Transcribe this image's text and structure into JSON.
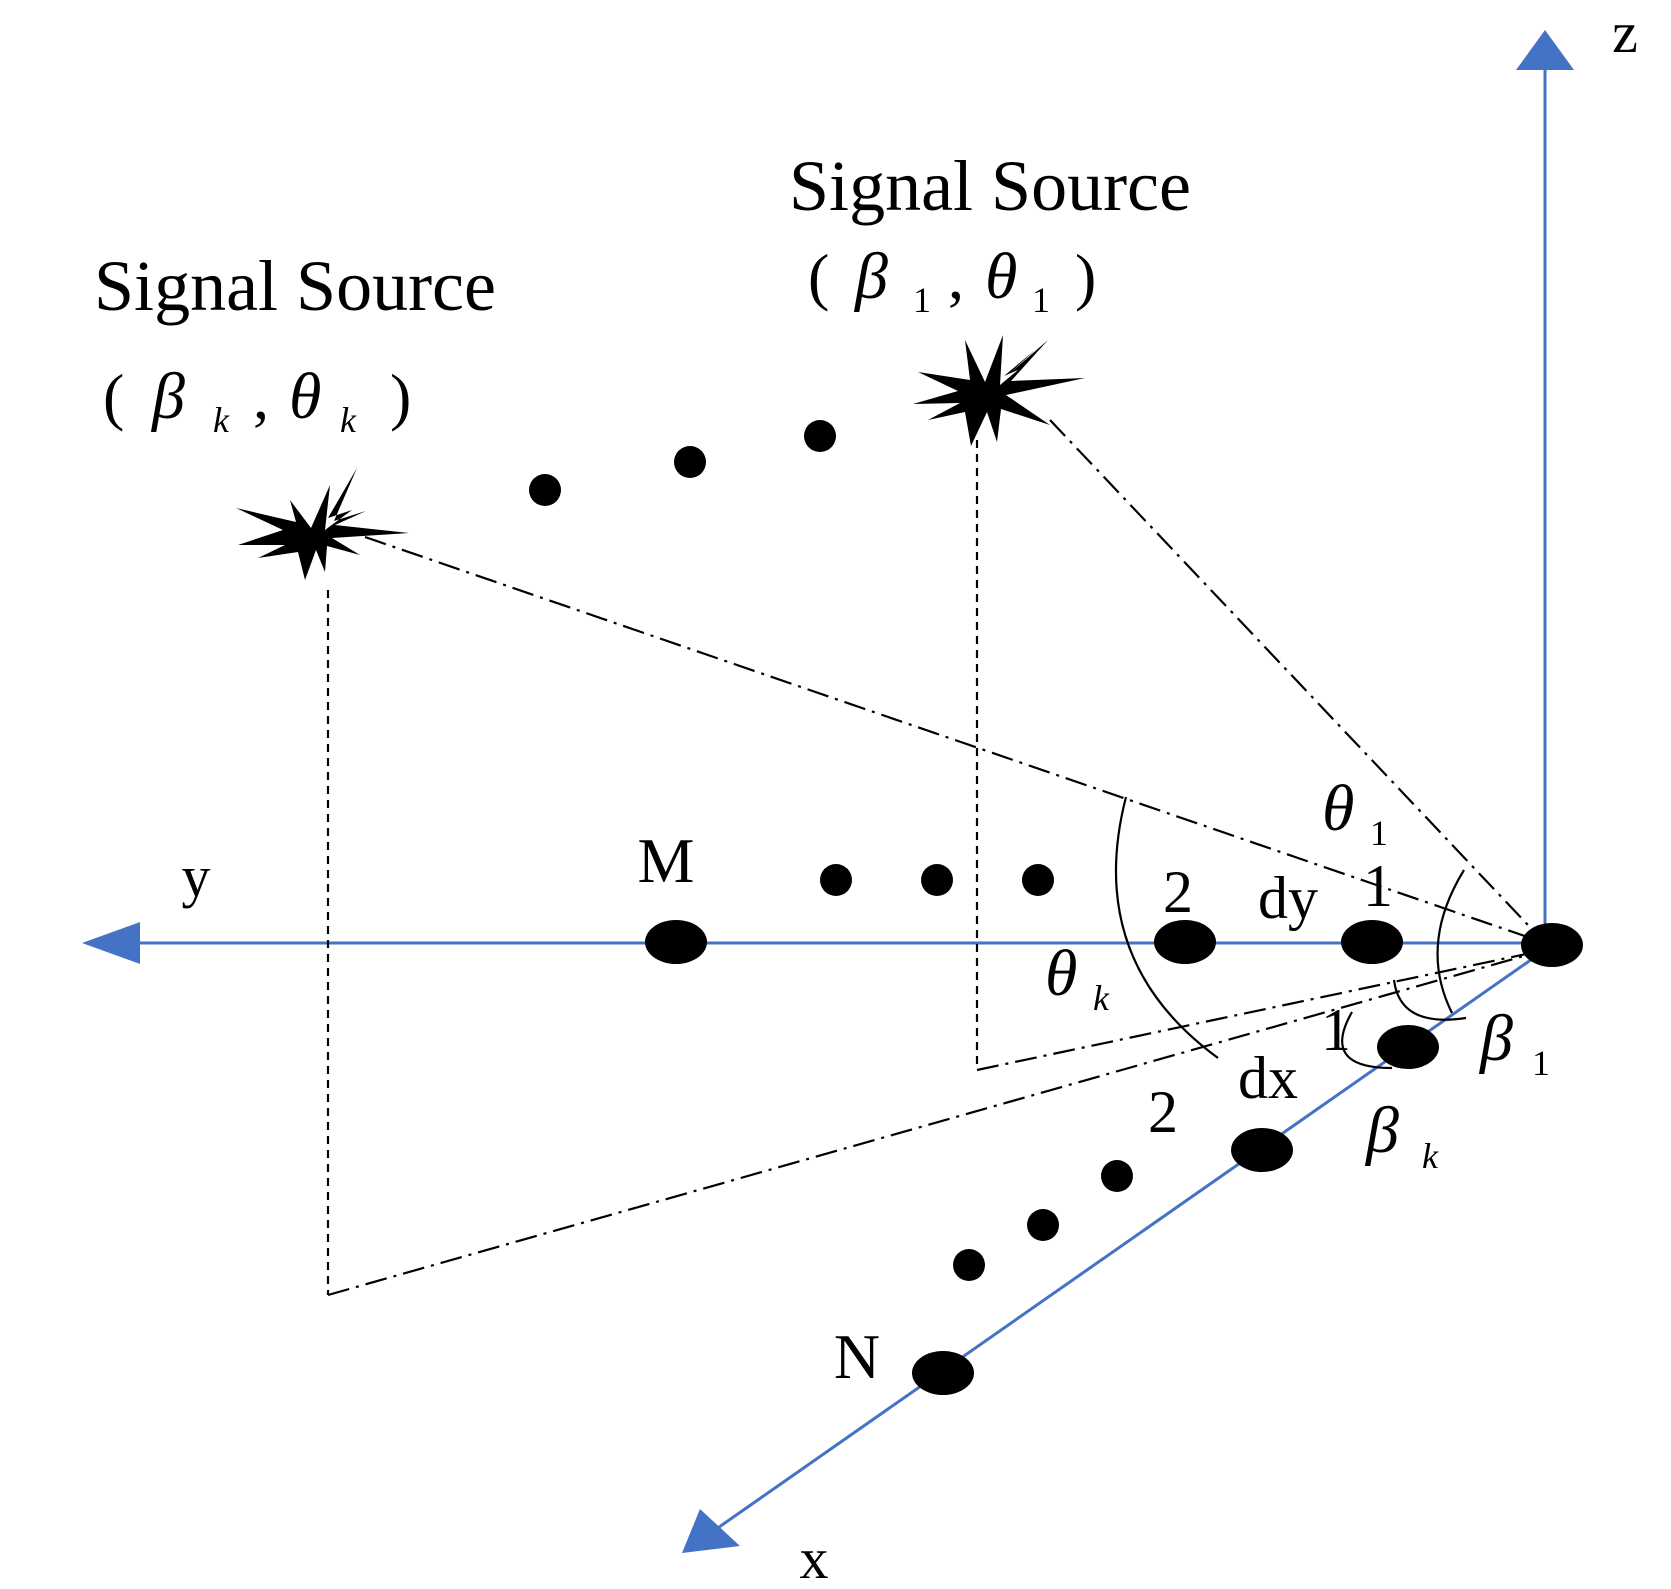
{
  "axes": {
    "z": "z",
    "y": "y",
    "x": "x"
  },
  "sources": [
    {
      "title": "Signal Source",
      "beta": "β",
      "theta": "θ",
      "sub": "k"
    },
    {
      "title": "Signal Source",
      "beta": "β",
      "theta": "θ",
      "sub": "1"
    }
  ],
  "y_array": {
    "first": "1",
    "second": "2",
    "last": "M",
    "spacing": "dy"
  },
  "x_array": {
    "first": "1",
    "second": "2",
    "last": "N",
    "spacing": "dx"
  },
  "angles": {
    "theta_1": {
      "symbol": "θ",
      "sub": "1"
    },
    "theta_k": {
      "symbol": "θ",
      "sub": "k"
    },
    "beta_1": {
      "symbol": "β",
      "sub": "1"
    },
    "beta_k": {
      "symbol": "β",
      "sub": "k"
    }
  },
  "punctuation": {
    "open": "(",
    "close": ")",
    "comma": ","
  },
  "colors": {
    "axis": "#4472c4",
    "ink": "#000000",
    "background": "#ffffff"
  }
}
